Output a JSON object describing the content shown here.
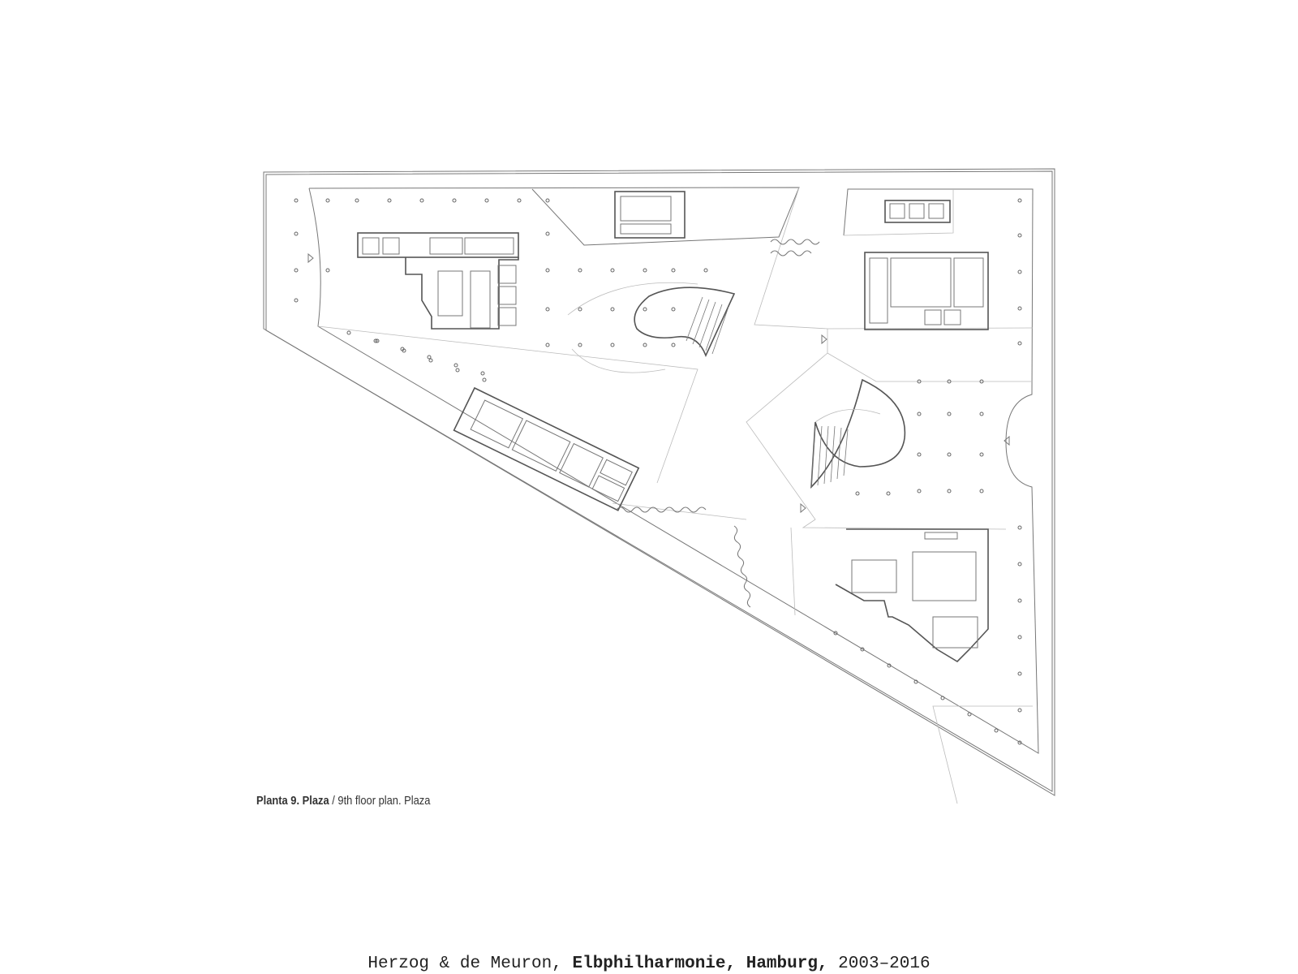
{
  "drawing": {
    "name": "Elbphilharmonie 9th floor plan",
    "caption_bold": "Planta 9. Plaza",
    "caption_separator": " / ",
    "caption_regular": "9th floor plan. Plaza"
  },
  "credit": {
    "architects": "Herzog & de Meuron",
    "separator_1": ", ",
    "building": "Elbphilharmonie, Hamburg,",
    "separator_2": " ",
    "years": "2003–2016"
  },
  "colors": {
    "background": "#ffffff",
    "linework": "#555555",
    "text": "#222222"
  }
}
